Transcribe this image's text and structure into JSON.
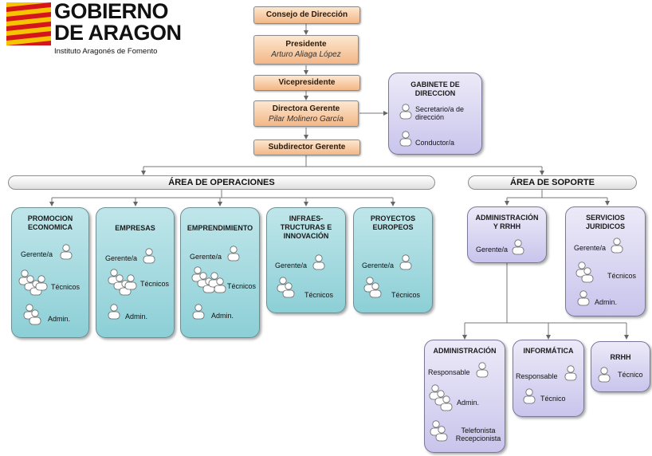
{
  "logo": {
    "line1": "GOBIERNO",
    "line2": "DE ARAGON",
    "subtitle": "Instituto Aragonés de Fomento"
  },
  "top": {
    "consejo": "Consejo de Dirección",
    "presidente": "Presidente",
    "presidente_name": "Arturo Aliaga López",
    "vicepresidente": "Vicepresidente",
    "directora": "Directora Gerente",
    "directora_name": "Pilar Molinero García",
    "subdirector": "Subdirector Gerente"
  },
  "gabinete": {
    "title": "GABINETE DE DIRECCION",
    "role1": "Secretario/a de dirección",
    "role2": "Conductor/a"
  },
  "areas": {
    "operaciones": "ÁREA DE OPERACIONES",
    "soporte": "ÁREA DE SOPORTE"
  },
  "ops": [
    {
      "title": "PROMOCION ECONOMICA",
      "roles": [
        "Gerente/a",
        "Técnicos",
        "Admin."
      ]
    },
    {
      "title": "EMPRESAS",
      "roles": [
        "Gerente/a",
        "Técnicos",
        "Admin."
      ]
    },
    {
      "title": "EMPRENDIMIENTO",
      "roles": [
        "Gerente/a",
        "Técnicos",
        "Admin."
      ]
    },
    {
      "title": "INFRAES-TRUCTURAS E INNOVACIÓN",
      "roles": [
        "Gerente/a",
        "Técnicos"
      ]
    },
    {
      "title": "PROYECTOS EUROPEOS",
      "roles": [
        "Gerente/a",
        "Técnicos"
      ]
    }
  ],
  "support": [
    {
      "title": "ADMINISTRACIÓN Y RRHH",
      "roles": [
        "Gerente/a"
      ]
    },
    {
      "title": "SERVICIOS JURIDICOS",
      "roles": [
        "Gerente/a",
        "Técnicos",
        "Admin."
      ]
    }
  ],
  "sub_support": [
    {
      "title": "ADMINISTRACIÓN",
      "roles": [
        "Responsable",
        "Admin.",
        "Telefonista Recepcionista"
      ]
    },
    {
      "title": "INFORMÁTICA",
      "roles": [
        "Responsable",
        "Técnico"
      ]
    },
    {
      "title": "RRHH",
      "roles": [
        "Técnico"
      ]
    }
  ],
  "colors": {
    "orange_box": "#f3b787",
    "teal_box": "#8ccfd6",
    "lavender_box": "#c9c4ec",
    "logo_red": "#d4161c",
    "logo_yellow": "#f6c400"
  }
}
